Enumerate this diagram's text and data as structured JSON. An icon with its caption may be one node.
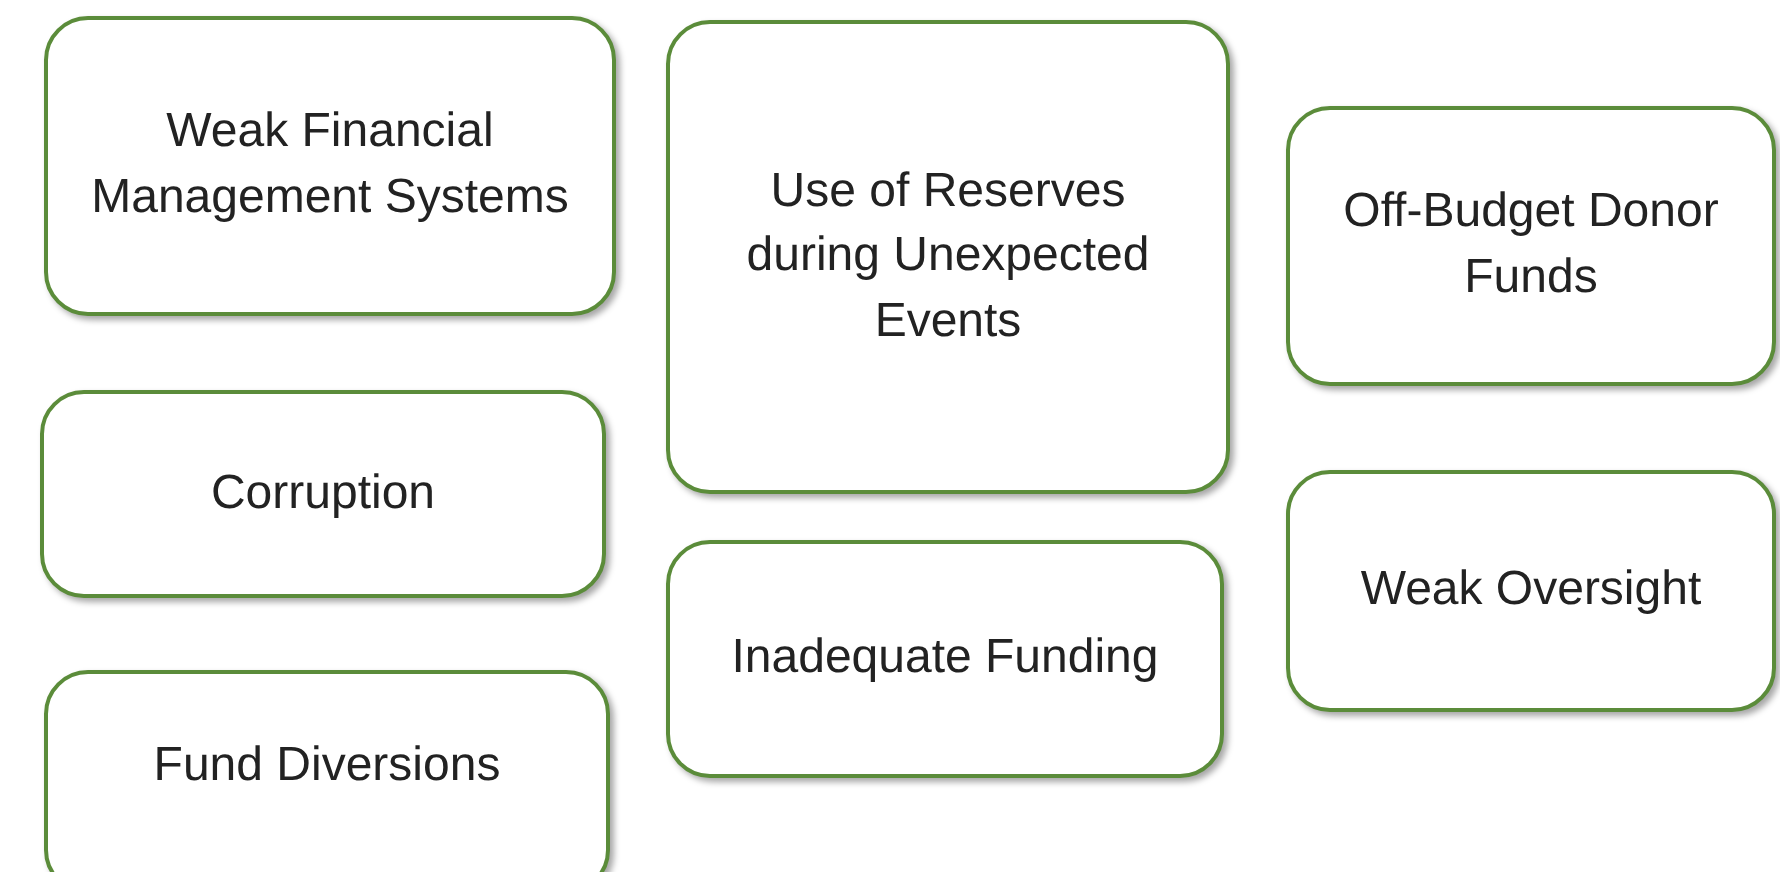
{
  "diagram": {
    "nodes": [
      {
        "text": [
          "Weak Financial Management Systems"
        ]
      },
      {
        "text": [
          "Corruption"
        ]
      },
      {
        "text": [
          "Fund Diversions"
        ]
      },
      {
        "text": [
          "Use of Reserves during Unexpected Events"
        ]
      },
      {
        "text": [
          "Inadequate Funding"
        ]
      },
      {
        "text": [
          "Off-Budget Donor Funds"
        ]
      },
      {
        "text": [
          "Weak Oversight"
        ]
      }
    ]
  }
}
